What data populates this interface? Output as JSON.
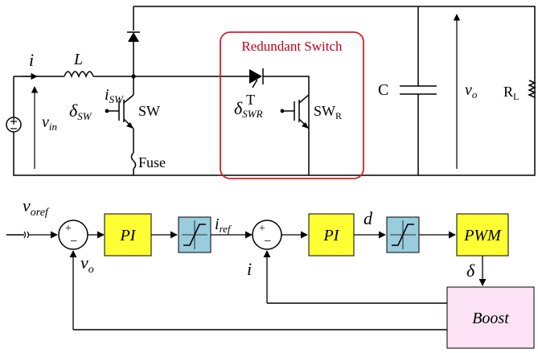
{
  "colors": {
    "wire": "#000000",
    "redundant_border": "#d4202a",
    "redundant_label": "#c0001a",
    "pi_fill": "#ffff33",
    "limiter_fill": "#99ccdd",
    "boost_fill": "#fbe2f4"
  },
  "circuit": {
    "current_label": "i",
    "inductor_label": "L",
    "input_voltage": {
      "main": "v",
      "sub": "in"
    },
    "switch_current": {
      "main": "i",
      "sub": "SW"
    },
    "switch_drive": {
      "main": "δ",
      "sub": "SW"
    },
    "switch_label": "SW",
    "fuse_label": "Fuse",
    "redundant_title": "Redundant Switch",
    "thyristor_label": "T",
    "redundant_drive": {
      "main": "δ",
      "sub": "SWR"
    },
    "redundant_switch": {
      "main": "SW",
      "sub": "R"
    },
    "capacitor_label": "C",
    "output_voltage": {
      "main": "v",
      "sub": "o"
    },
    "load": {
      "main": "R",
      "sub": "L"
    }
  },
  "control": {
    "reference": {
      "main": "v",
      "sub": "oref"
    },
    "sum1_plus": "+",
    "sum1_minus": "−",
    "feedback_voltage": {
      "main": "v",
      "sub": "o"
    },
    "pi1_label": "PI",
    "current_ref": {
      "main": "i",
      "sub": "ref"
    },
    "sum2_plus": "+",
    "sum2_minus": "−",
    "feedback_current": "i",
    "pi2_label": "PI",
    "duty_label": "d",
    "pwm_label": "PWM",
    "gate_signal": "δ",
    "plant_label": "Boost"
  }
}
